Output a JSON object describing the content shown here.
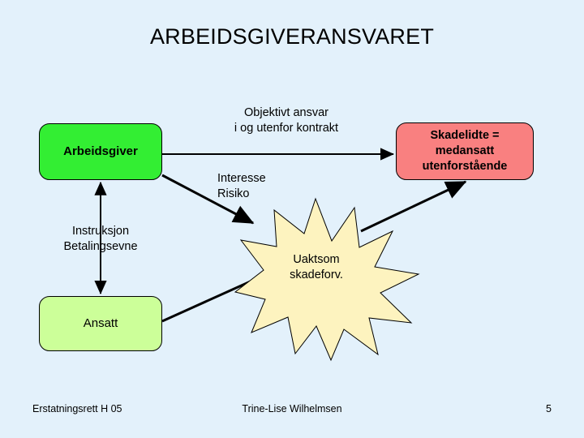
{
  "slide": {
    "title": "ARBEIDSGIVERANSVARET",
    "background_color": "#e3f1fb"
  },
  "nodes": {
    "employer": {
      "label": "Arbeidsgiver",
      "fill_color": "#33ee33"
    },
    "employee": {
      "label": "Ansatt",
      "fill_color": "#ccff99"
    },
    "injured": {
      "line1": "Skadelidte =",
      "line2": "medansatt",
      "line3": "utenforstående",
      "fill_color": "#f98080"
    },
    "negligence_star": {
      "label": "Uaktsom\nskadeforv.",
      "fill_color": "#fdf3bf"
    }
  },
  "annotations": {
    "objective_liability": "Objektivt ansvar\ni og utenfor kontrakt",
    "interest_risk": "Interesse\nRisiko",
    "instruction_capacity": "Instruksjon\nBetalingsevne"
  },
  "footer": {
    "course": "Erstatningsrett H 05",
    "author": "Trine-Lise Wilhelmsen",
    "page_number": "5"
  }
}
